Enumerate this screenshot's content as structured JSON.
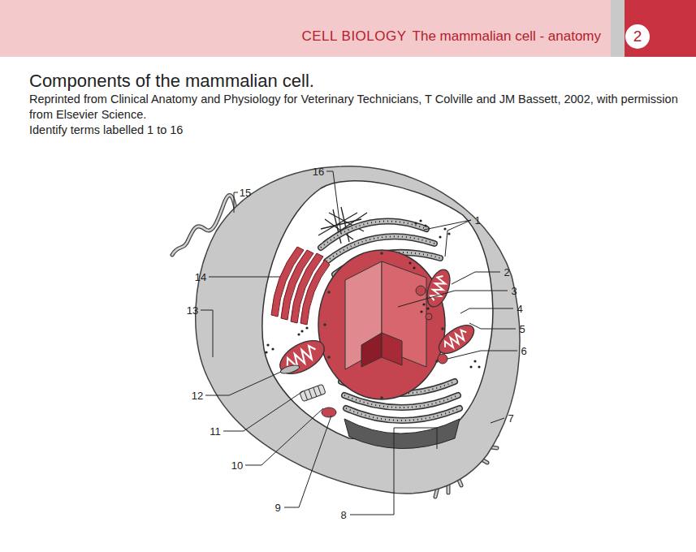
{
  "diagram": {
    "title": "Components of the mammalian cell.",
    "caption": "Reprinted from Clinical Anatomy and Physiology for Veterinary Technicians, T Colville and JM Bassett, 2002, with permission from Elsevier Science.",
    "nodes": [
      {
        "text": [
          "CELL BIOLOGY",
          "The mammalian cell - anatomy"
        ]
      },
      {
        "text": [
          "2"
        ]
      }
    ],
    "labels": [
      "Identify terms labelled 1 to 16",
      "1",
      "2",
      "3",
      "4",
      "5",
      "6",
      "7",
      "8",
      "9",
      "10",
      "11",
      "12",
      "13",
      "14",
      "15",
      "16"
    ]
  }
}
